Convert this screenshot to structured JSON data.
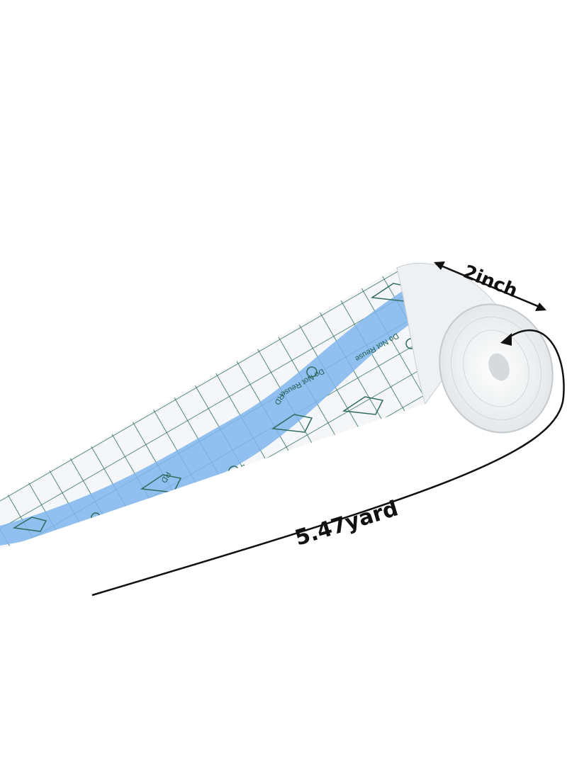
{
  "labels": {
    "width": "2inch",
    "length": "5.47yard"
  },
  "print": {
    "do_not_reuse": "Do Not Reuse",
    "brand": "RD"
  },
  "colors": {
    "grid": "#2e6b5a",
    "band": "#7fb6ef",
    "film": "#f4f6f8"
  }
}
